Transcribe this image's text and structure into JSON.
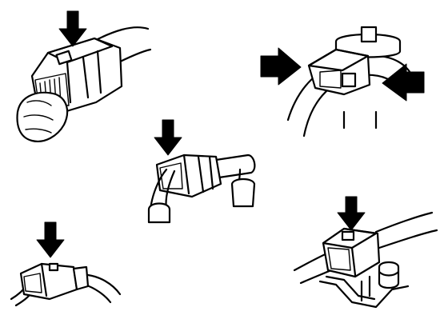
{
  "colors": {
    "ink": "#000000",
    "paper": "#ffffff"
  },
  "panels": [
    {
      "id": "connector-top-left",
      "icon": "down-arrow-icon"
    },
    {
      "id": "connector-top-right",
      "icon": "side-arrows-icon"
    },
    {
      "id": "connector-center",
      "icon": "down-arrow-icon"
    },
    {
      "id": "connector-bottom-left",
      "icon": "down-arrow-icon"
    },
    {
      "id": "connector-bottom-right",
      "icon": "down-arrow-icon"
    }
  ]
}
